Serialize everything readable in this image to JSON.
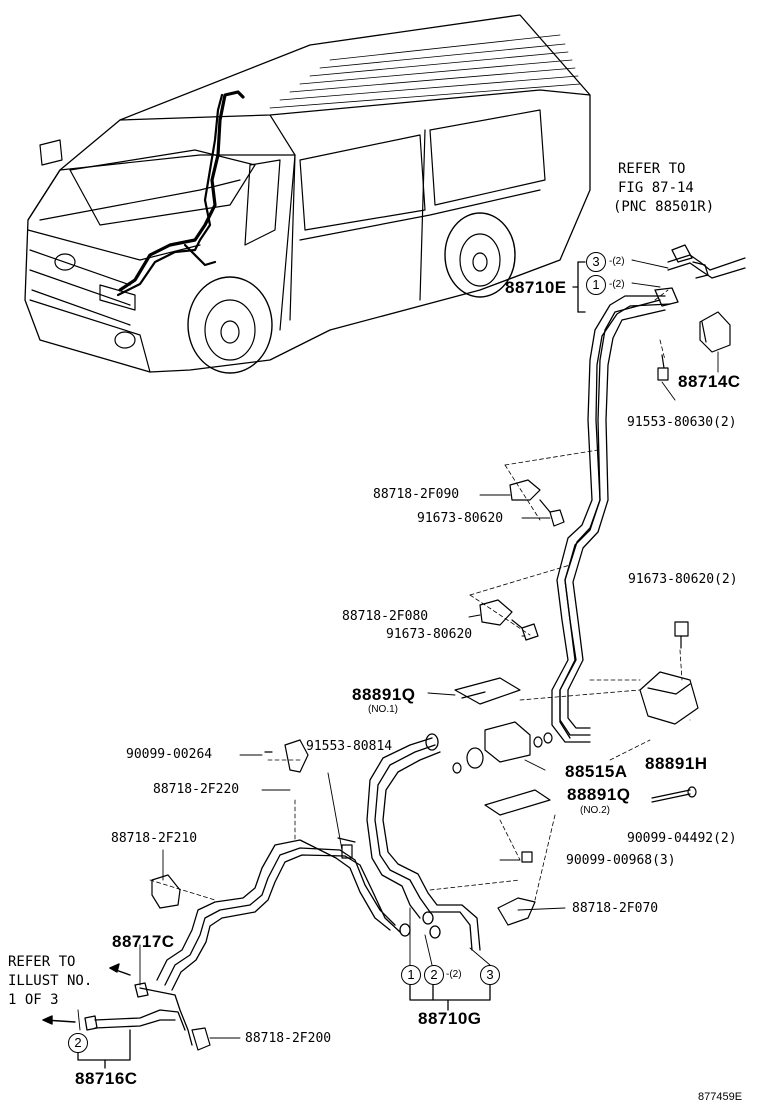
{
  "refer_top": {
    "line1": "REFER TO",
    "line2": "FIG 87-14",
    "line3": "(PNC 88501R)"
  },
  "refer_left": {
    "line1": "REFER TO",
    "line2": "ILLUST NO.",
    "line3": "1 OF 3"
  },
  "marks": {
    "one": "1",
    "two": "2",
    "three": "3",
    "qty2": "-(2)"
  },
  "parts": {
    "p88710E": "88710E",
    "p88714C": "88714C",
    "p91553_80630": "91553-80630(2)",
    "p88718_2F090": "88718-2F090",
    "p91673_80620a": "91673-80620",
    "p91673_80620_2": "91673-80620(2)",
    "p88718_2F080": "88718-2F080",
    "p91673_80620b": "91673-80620",
    "p88891Q": "88891Q",
    "no1": "(NO.1)",
    "p88891H": "88891H",
    "p88515A": "88515A",
    "p90099_00264": "90099-00264",
    "p91553_80814": "91553-80814",
    "p88718_2F220": "88718-2F220",
    "p88891Q2": "88891Q",
    "no2": "(NO.2)",
    "p90099_04492": "90099-04492(2)",
    "p88718_2F210": "88718-2F210",
    "p90099_00968": "90099-00968(3)",
    "p88718_2F070": "88718-2F070",
    "p88717C": "88717C",
    "p88710G": "88710G",
    "p88718_2F200": "88718-2F200",
    "p88716C": "88716C"
  },
  "illustration_id": "877459E"
}
